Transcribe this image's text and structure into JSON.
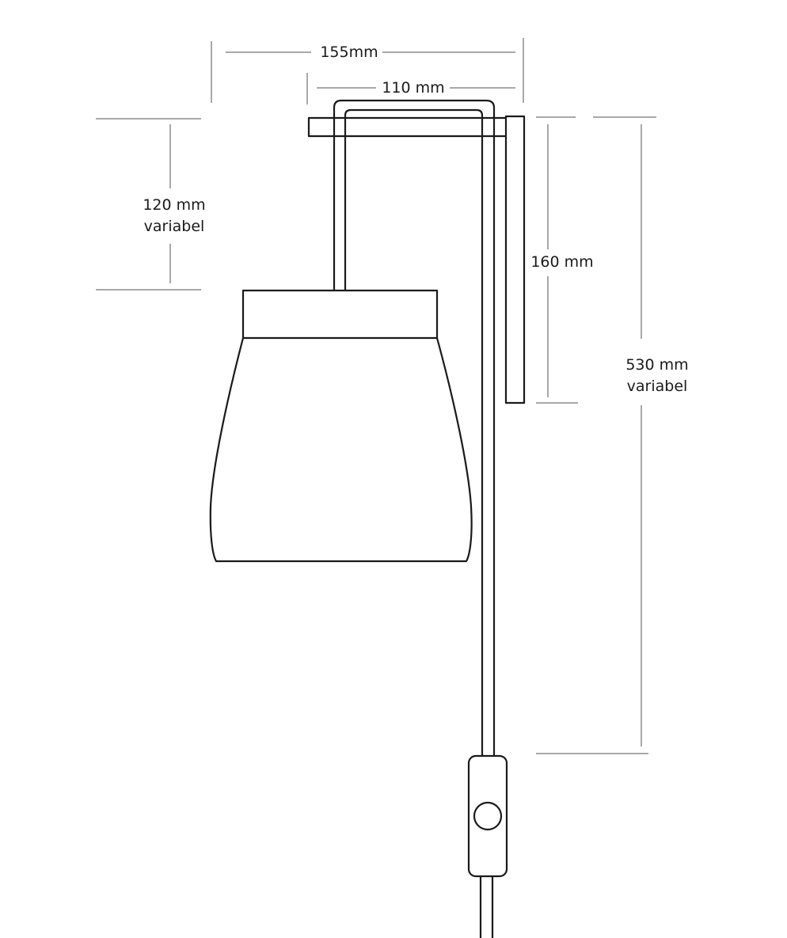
{
  "dimensions": {
    "overall_width": "155mm",
    "arm_width": "110 mm",
    "drop_height": {
      "value": "120 mm",
      "note": "variabel"
    },
    "plate_height": "160 mm",
    "cable_length": {
      "value": "530 mm",
      "note": "variabel"
    }
  },
  "colors": {
    "outline": "#1a1a1a",
    "dimension_line": "#8c8c8c",
    "background": "#ffffff"
  }
}
